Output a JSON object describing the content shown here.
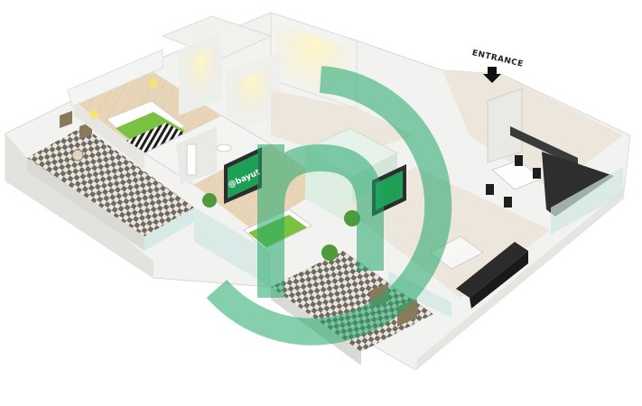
{
  "entrance_label": "ENTRANCE",
  "tv_screen_text": "@bayut",
  "colors": {
    "wall": "#f4f4f2",
    "wall_shade": "#dcdcd8",
    "floor_wood": "#e8d5b8",
    "floor_tile": "#ece6dc",
    "checker_dark": "#6e6a62",
    "checker_light": "#e9e5dd",
    "glass": "#cfe7e3",
    "accent_green": "#7cc242",
    "watermark_green": "#22a86b",
    "tv_screen": "#1f9e55",
    "sofa": "#2b2b2b",
    "counter_dark": "#3a3a3a"
  },
  "watermark": {
    "icon": "bayut-logo-watermark"
  },
  "icons": {
    "entrance_arrow": "arrow-down-icon"
  }
}
